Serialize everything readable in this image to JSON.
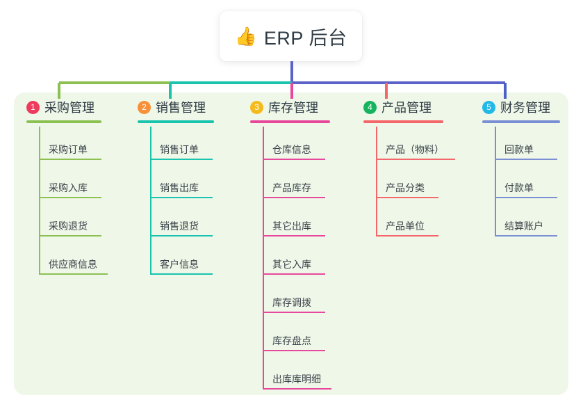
{
  "header": {
    "emoji": "👍",
    "emoji_name": "thumbs-up-emoji",
    "title": "ERP 后台"
  },
  "theme": {
    "page_background": "#ffffff",
    "panel_background": "#eff7e9",
    "title_text_color": "#2f3b44",
    "item_text_color": "#3a4249",
    "trunk_color": "#5b62c9"
  },
  "columns": [
    {
      "index": "1",
      "title": "采购管理",
      "badge_color": "#ed3a5d",
      "line_color": "#8cc152",
      "connector_color": "#8cc152",
      "items": [
        {
          "label": "采购订单"
        },
        {
          "label": "采购入库"
        },
        {
          "label": "采购退货"
        },
        {
          "label": "供应商信息"
        }
      ]
    },
    {
      "index": "2",
      "title": "销售管理",
      "badge_color": "#f79038",
      "line_color": "#19c3ae",
      "connector_color": "#19c3ae",
      "items": [
        {
          "label": "销售订单"
        },
        {
          "label": "销售出库"
        },
        {
          "label": "销售退货"
        },
        {
          "label": "客户信息"
        }
      ]
    },
    {
      "index": "3",
      "title": "库存管理",
      "badge_color": "#f5bb1d",
      "line_color": "#e8489b",
      "connector_color": "#e8489b",
      "items": [
        {
          "label": "仓库信息"
        },
        {
          "label": "产品库存"
        },
        {
          "label": "其它出库"
        },
        {
          "label": "其它入库"
        },
        {
          "label": "库存调拨"
        },
        {
          "label": "库存盘点"
        },
        {
          "label": "出库库明细"
        }
      ]
    },
    {
      "index": "4",
      "title": "产品管理",
      "badge_color": "#16b45e",
      "line_color": "#f4666a",
      "connector_color": "#f4666a",
      "items": [
        {
          "label": "产品（物料）"
        },
        {
          "label": "产品分类"
        },
        {
          "label": "产品单位"
        }
      ]
    },
    {
      "index": "5",
      "title": "财务管理",
      "badge_color": "#22b8e8",
      "line_color": "#7a8ed4",
      "connector_color": "#4b61c4",
      "items": [
        {
          "label": "回款单"
        },
        {
          "label": "付款单"
        },
        {
          "label": "结算账户"
        }
      ]
    }
  ]
}
